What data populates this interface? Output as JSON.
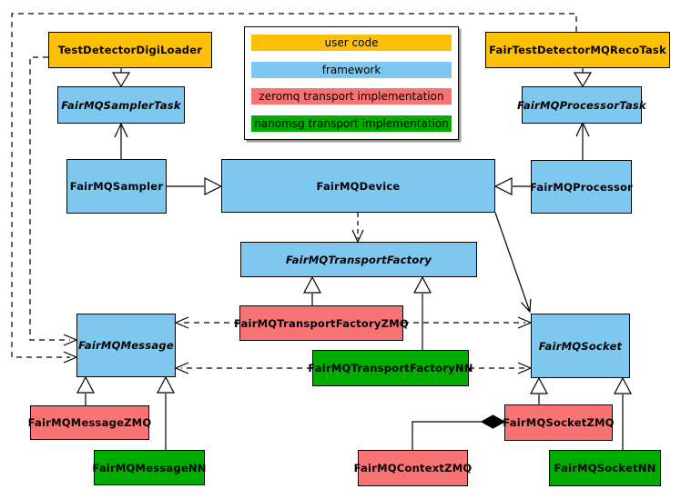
{
  "colors": {
    "user": "#FFC107",
    "framework": "#7EC8F0",
    "zeromq": "#F87474",
    "nanomsg": "#00AC00"
  },
  "legend": {
    "items": [
      {
        "label": "user code",
        "category": "user"
      },
      {
        "label": "framework",
        "category": "framework"
      },
      {
        "label": "zeromq transport implementation",
        "category": "zeromq"
      },
      {
        "label": "nanomsg transport implementation",
        "category": "nanomsg"
      }
    ]
  },
  "nodes": {
    "testDetectorDigiLoader": {
      "label": "TestDetectorDigiLoader",
      "category": "user",
      "abstract": false
    },
    "fairTestDetectorMQRecoTask": {
      "label": "FairTestDetectorMQRecoTask",
      "category": "user",
      "abstract": false
    },
    "fairMQSamplerTask": {
      "label": "FairMQSamplerTask",
      "category": "framework",
      "abstract": true
    },
    "fairMQProcessorTask": {
      "label": "FairMQProcessorTask",
      "category": "framework",
      "abstract": true
    },
    "fairMQSampler": {
      "label": "FairMQSampler",
      "category": "framework",
      "abstract": false
    },
    "fairMQDevice": {
      "label": "FairMQDevice",
      "category": "framework",
      "abstract": false
    },
    "fairMQProcessor": {
      "label": "FairMQProcessor",
      "category": "framework",
      "abstract": false
    },
    "fairMQTransportFactory": {
      "label": "FairMQTransportFactory",
      "category": "framework",
      "abstract": true
    },
    "fairMQTransportFactoryZMQ": {
      "label": "FairMQTransportFactoryZMQ",
      "category": "zeromq",
      "abstract": false
    },
    "fairMQTransportFactoryNN": {
      "label": "FairMQTransportFactoryNN",
      "category": "nanomsg",
      "abstract": false
    },
    "fairMQMessage": {
      "label": "FairMQMessage",
      "category": "framework",
      "abstract": true
    },
    "fairMQSocket": {
      "label": "FairMQSocket",
      "category": "framework",
      "abstract": true
    },
    "fairMQMessageZMQ": {
      "label": "FairMQMessageZMQ",
      "category": "zeromq",
      "abstract": false
    },
    "fairMQMessageNN": {
      "label": "FairMQMessageNN",
      "category": "nanomsg",
      "abstract": false
    },
    "fairMQContextZMQ": {
      "label": "FairMQContextZMQ",
      "category": "zeromq",
      "abstract": false
    },
    "fairMQSocketZMQ": {
      "label": "FairMQSocketZMQ",
      "category": "zeromq",
      "abstract": false
    },
    "fairMQSocketNN": {
      "label": "FairMQSocketNN",
      "category": "nanomsg",
      "abstract": false
    }
  },
  "relationships": [
    {
      "from": "TestDetectorDigiLoader",
      "to": "FairMQSamplerTask",
      "type": "inheritance"
    },
    {
      "from": "FairTestDetectorMQRecoTask",
      "to": "FairMQProcessorTask",
      "type": "inheritance"
    },
    {
      "from": "FairMQSampler",
      "to": "FairMQDevice",
      "type": "inheritance"
    },
    {
      "from": "FairMQProcessor",
      "to": "FairMQDevice",
      "type": "inheritance"
    },
    {
      "from": "FairMQSampler",
      "to": "FairMQSamplerTask",
      "type": "association"
    },
    {
      "from": "FairMQProcessor",
      "to": "FairMQProcessorTask",
      "type": "association"
    },
    {
      "from": "FairMQDevice",
      "to": "FairMQTransportFactory",
      "type": "dependency"
    },
    {
      "from": "FairMQDevice",
      "to": "FairMQSocket",
      "type": "association"
    },
    {
      "from": "FairMQTransportFactoryZMQ",
      "to": "FairMQTransportFactory",
      "type": "inheritance"
    },
    {
      "from": "FairMQTransportFactoryNN",
      "to": "FairMQTransportFactory",
      "type": "inheritance"
    },
    {
      "from": "FairMQTransportFactoryZMQ",
      "to": "FairMQMessage",
      "type": "dependency"
    },
    {
      "from": "FairMQTransportFactoryZMQ",
      "to": "FairMQSocket",
      "type": "dependency"
    },
    {
      "from": "FairMQTransportFactoryNN",
      "to": "FairMQMessage",
      "type": "dependency"
    },
    {
      "from": "FairMQTransportFactoryNN",
      "to": "FairMQSocket",
      "type": "dependency"
    },
    {
      "from": "TestDetectorDigiLoader",
      "to": "FairMQMessage",
      "type": "dependency"
    },
    {
      "from": "FairTestDetectorMQRecoTask",
      "to": "FairMQMessage",
      "type": "dependency"
    },
    {
      "from": "FairMQMessageZMQ",
      "to": "FairMQMessage",
      "type": "inheritance"
    },
    {
      "from": "FairMQMessageNN",
      "to": "FairMQMessage",
      "type": "inheritance"
    },
    {
      "from": "FairMQSocketZMQ",
      "to": "FairMQSocket",
      "type": "inheritance"
    },
    {
      "from": "FairMQSocketNN",
      "to": "FairMQSocket",
      "type": "inheritance"
    },
    {
      "from": "FairMQSocketZMQ",
      "to": "FairMQContextZMQ",
      "type": "composition"
    }
  ]
}
